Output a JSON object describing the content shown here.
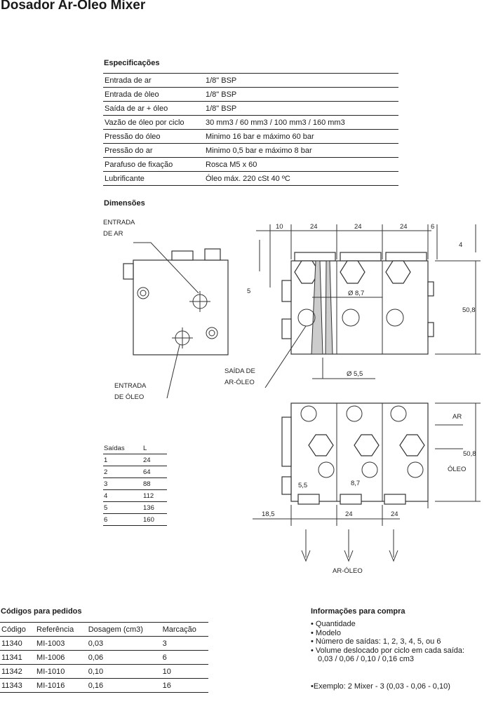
{
  "title": "Dosador Ar-Oleo Mixer",
  "specs": {
    "heading": "Especificações",
    "rows": [
      {
        "label": "Entrada de ar",
        "value": "1/8\" BSP"
      },
      {
        "label": "Entrada de òleo",
        "value": "1/8\" BSP"
      },
      {
        "label": "Saída de ar + óleo",
        "value": "1/8\" BSP"
      },
      {
        "label": "Vazão de óleo por ciclo",
        "value": "30 mm3 / 60 mm3 / 100 mm3 / 160 mm3"
      },
      {
        "label": "Pressão do óleo",
        "value": "Minimo 16 bar e máximo 60 bar"
      },
      {
        "label": "Pressão do ar",
        "value": "Minimo 0,5 bar e máximo 8 bar"
      },
      {
        "label": "Parafuso de fixação",
        "value": "Rosca M5 x 60"
      },
      {
        "label": "Lubrificante",
        "value": "Óleo máx. 220 cSt 40 ºC"
      }
    ]
  },
  "dimensions": {
    "heading": "Dimensões",
    "labels": {
      "entrada_ar_1": "ENTRADA",
      "entrada_ar_2": "DE AR",
      "entrada_oleo_1": "ENTRADA",
      "entrada_oleo_2": "DE ÓLEO",
      "saida_1": "SAÍDA DE",
      "saida_2": "AR-ÓLEO",
      "ar": "AR",
      "oleo": "ÓLEO",
      "ar_oleo": "AR-ÓLEO"
    },
    "dims": {
      "d10": "10",
      "d24": "24",
      "d6": "6",
      "d4": "4",
      "d5": "5",
      "d50_8": "50,8",
      "phi8_7": "Ø  8,7",
      "phi5_5": "Ø  5,5",
      "d5_5": "5,5",
      "d8_7": "8,7",
      "d18_5": "18,5"
    },
    "saidas_table": {
      "headers": [
        "Saídas",
        "L"
      ],
      "rows": [
        [
          "1",
          "24"
        ],
        [
          "2",
          "64"
        ],
        [
          "3",
          "88"
        ],
        [
          "4",
          "112"
        ],
        [
          "5",
          "136"
        ],
        [
          "6",
          "160"
        ]
      ]
    }
  },
  "orders": {
    "heading": "Códigos para pedidos",
    "headers": [
      "Código",
      "Referência",
      "Dosagem (cm3)",
      "Marcação"
    ],
    "rows": [
      [
        "11340",
        "MI-1003",
        "0,03",
        "3"
      ],
      [
        "11341",
        "MI-1006",
        "0,06",
        "6"
      ],
      [
        "11342",
        "MI-1010",
        "0,10",
        "10"
      ],
      [
        "11343",
        "MI-1016",
        "0,16",
        "16"
      ]
    ]
  },
  "purchase": {
    "heading": "Informações para compra",
    "items": [
      "• Quantidade",
      "• Modelo",
      "• Número de saídas: 1, 2, 3, 4, 5, ou 6",
      "• Volume deslocado por ciclo em cada saída:",
      "0,03 / 0,06 / 0,10 / 0,16 cm3"
    ],
    "example": "•Exemplo: 2 Mixer - 3 (0,03 - 0,06 - 0,10)"
  }
}
